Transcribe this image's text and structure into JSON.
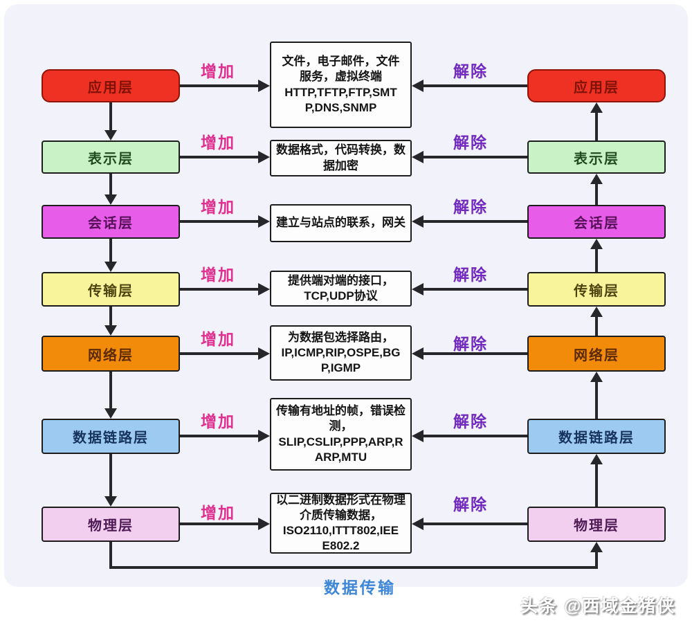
{
  "layers": [
    {
      "id": "application",
      "label": "应用层",
      "bg": "#ee3123",
      "border": "#8f1407",
      "text": "#7e1206",
      "desc": "文件，电子邮件，文件\n服务，虚拟终端\nHTTP,TFTP,FTP,SMT\nP,DNS,SNMP"
    },
    {
      "id": "presentation",
      "label": "表示层",
      "bg": "#c9f2c6",
      "border": "#1c1c1c",
      "text": "#1f4d20",
      "desc": "数据格式，代码转换，数\n据加密"
    },
    {
      "id": "session",
      "label": "会话层",
      "bg": "#e75ce8",
      "border": "#1c1c1c",
      "text": "#551158",
      "desc": "建立与站点的联系，网关"
    },
    {
      "id": "transport",
      "label": "传输层",
      "bg": "#f8f49c",
      "border": "#1c1c1c",
      "text": "#4c4510",
      "desc": "提供端对端的接口，\nTCP,UDP协议"
    },
    {
      "id": "network",
      "label": "网络层",
      "bg": "#f28b0a",
      "border": "#1c1c1c",
      "text": "#5c2a05",
      "desc": "为数据包选择路由，\nIP,ICMP,RIP,OSPE,BG\nP,IGMP"
    },
    {
      "id": "datalink",
      "label": "数据链路层",
      "bg": "#9ccaf1",
      "border": "#1c1c1c",
      "text": "#16335e",
      "desc": "传输有地址的帧，错误检\n测，\nSLIP,CSLIP,PPP,ARP,R\nARP,MTU"
    },
    {
      "id": "physical",
      "label": "物理层",
      "bg": "#f3cfef",
      "border": "#1c1c1c",
      "text": "#4e1a55",
      "desc": "以二进制数据形式在物理\n介质传输数据，\nISO2110,ITTT802,IEE\nE802.2"
    }
  ],
  "flow_labels": {
    "add": "增加",
    "remove": "解除",
    "bottom": "数据传输"
  },
  "watermark": "头条 @西域金猪侠",
  "colors": {
    "add_label": "#e0308f",
    "remove_label": "#7229c0",
    "bottom_label": "#3d86d8",
    "arrow": "#26262b",
    "panel_bg": "#f2f3fa"
  }
}
